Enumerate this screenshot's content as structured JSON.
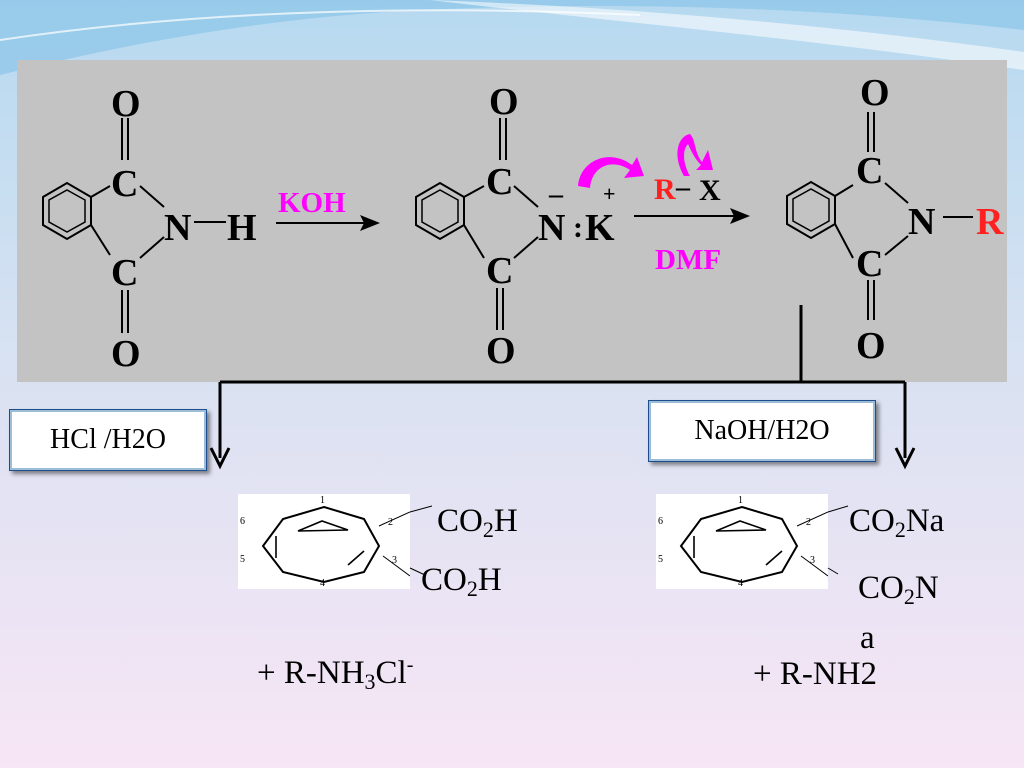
{
  "scheme": {
    "reactant": {
      "O_top": "O",
      "C_top": "C",
      "N": "N",
      "H": "H",
      "C_bot": "C",
      "O_bot": "O"
    },
    "arrow1_reagent": "KOH",
    "salt": {
      "O_top": "O",
      "C_top": "C",
      "minus": "–",
      "N": "N",
      "colon": ":",
      "K": "K",
      "plus": "+",
      "C_bot": "C",
      "O_bot": "O"
    },
    "alkyl_halide": {
      "R": "R",
      "dash": "–",
      "X": "X"
    },
    "arrow2_solvent": "DMF",
    "product": {
      "O_top": "O",
      "C_top": "C",
      "N": "N",
      "R": "R",
      "C_bot": "C",
      "O_bot": "O"
    }
  },
  "branches": {
    "acid_label": "HCl /H2O",
    "base_label": "NaOH/H2O"
  },
  "benzene_numbers": [
    "1",
    "2",
    "3",
    "4",
    "5",
    "6"
  ],
  "acid_products": {
    "sub1": {
      "pre": "CO",
      "sub": "2",
      "post": "H"
    },
    "sub2": {
      "pre": "CO",
      "sub": "2",
      "post": "H"
    },
    "byproduct": {
      "pre": "+ R-NH",
      "sub": "3",
      "mid": "Cl",
      "sup": "-"
    }
  },
  "base_products": {
    "sub1": {
      "pre": "CO",
      "sub": "2",
      "post": "Na"
    },
    "sub2": {
      "pre": "CO",
      "sub": "2",
      "post": "N"
    },
    "sub2_wrap": "a",
    "byproduct": "+ R-NH2"
  },
  "colors": {
    "reagent": "#ff00ff",
    "R_group": "#ff2020",
    "panel": "#c3c3c3",
    "box_border": "#1f4e8c"
  }
}
